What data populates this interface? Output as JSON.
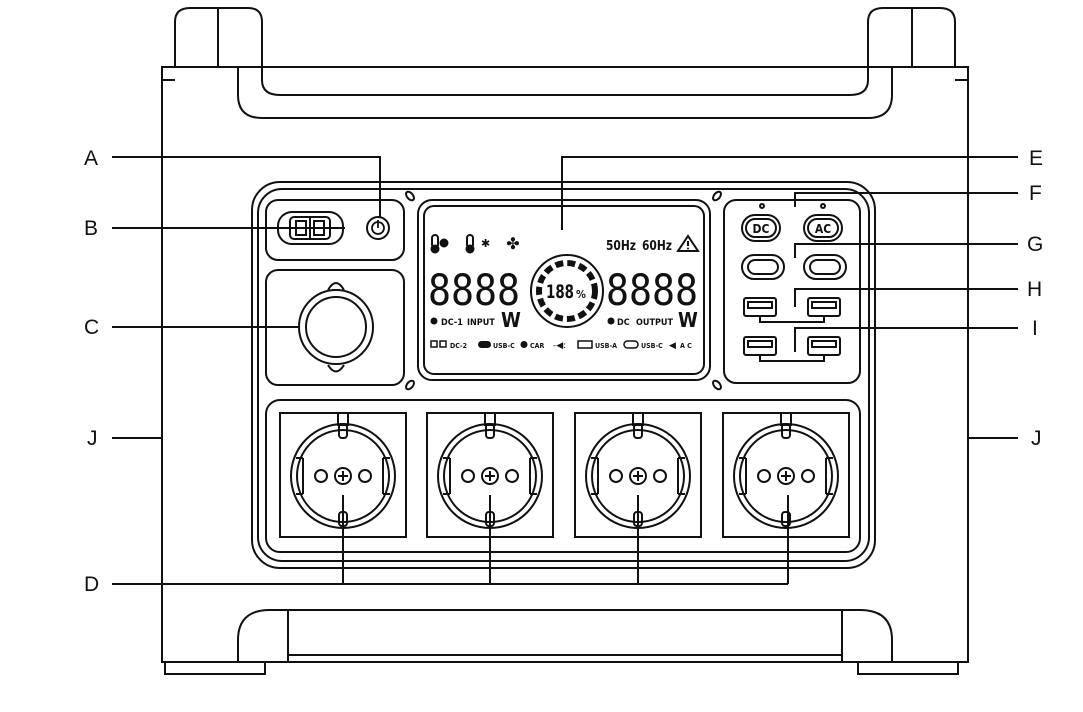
{
  "callouts": {
    "A": "A",
    "B": "B",
    "C": "C",
    "D": "D",
    "E": "E",
    "F": "F",
    "G": "G",
    "H": "H",
    "I": "I",
    "J_left": "J",
    "J_right": "J"
  },
  "buttons": {
    "dc": "DC",
    "ac": "AC"
  },
  "display": {
    "input_digits": "8888",
    "output_digits": "8888",
    "battery_percent": "188",
    "percent_sign": "%",
    "hz50": "50Hz",
    "hz60": "60Hz",
    "input_source": "DC-1",
    "input_label": "INPUT",
    "input_unit": "W",
    "output_source": "DC",
    "output_label": "OUTPUT",
    "output_unit": "W",
    "legend": {
      "dc2": "DC-2",
      "usbc_in": "USB-C",
      "car": "CAR",
      "usba": "USB-A",
      "usbc_out": "USB-C",
      "ac": "A C"
    }
  }
}
